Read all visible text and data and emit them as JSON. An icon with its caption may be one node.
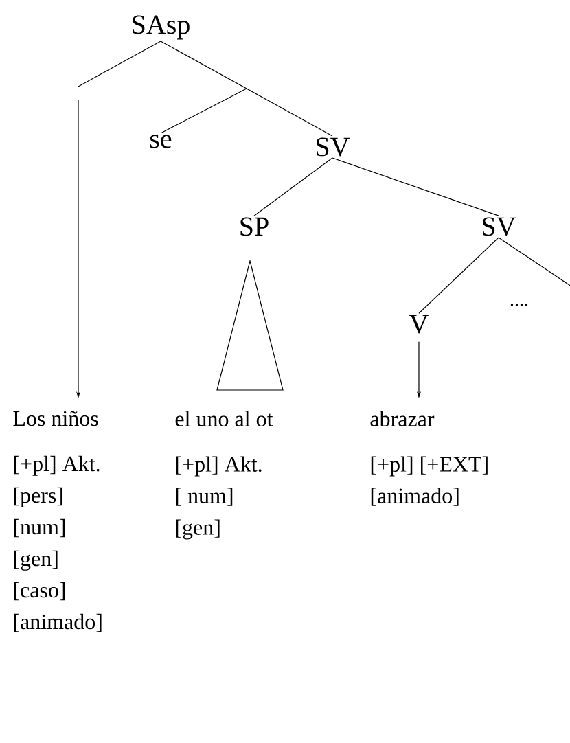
{
  "diagram": {
    "nodes": [
      {
        "text": [
          "SAsp"
        ]
      },
      {
        "text": [
          "se"
        ]
      },
      {
        "text": [
          "SV"
        ]
      },
      {
        "text": [
          "SP"
        ]
      },
      {
        "text": [
          "SV"
        ]
      },
      {
        "text": [
          "V"
        ]
      },
      {
        "text": [
          "...."
        ]
      },
      {
        "text": [
          "Los niños",
          "[+pl] Akt.",
          "[pers]",
          "[num]",
          "[gen]",
          "[caso]",
          "[animado]"
        ]
      },
      {
        "text": [
          "el uno al ot",
          "[+pl] Akt.",
          "[ num]",
          "[gen]"
        ]
      },
      {
        "text": [
          "abrazar",
          "[+pl] [+EXT]",
          "[animado]"
        ]
      }
    ],
    "edges": [
      {
        "from": 0,
        "to": null,
        "arrow": "none"
      },
      {
        "from": null,
        "to": 7,
        "arrow": "to"
      },
      {
        "from": 0,
        "to": 2,
        "arrow": "none"
      },
      {
        "from": 0,
        "to": 1,
        "arrow": "none"
      },
      {
        "from": 2,
        "to": 3,
        "arrow": "none"
      },
      {
        "from": 2,
        "to": 4,
        "arrow": "none"
      },
      {
        "from": 4,
        "to": 5,
        "arrow": "none"
      },
      {
        "from": 4,
        "to": 6,
        "arrow": "none"
      },
      {
        "from": 5,
        "to": 9,
        "arrow": "to"
      }
    ]
  }
}
